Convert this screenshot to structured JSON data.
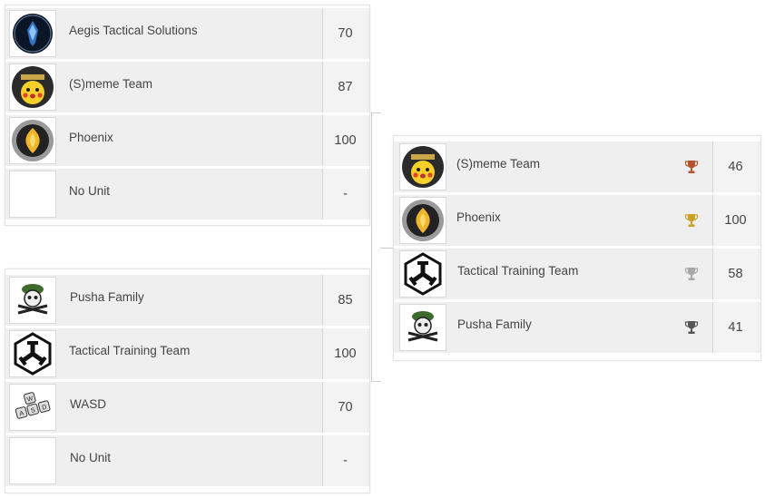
{
  "left_top": [
    {
      "name": "Aegis Tactical Solutions",
      "score": "70",
      "logo": "aegis-logo"
    },
    {
      "name": "(S)meme Team",
      "score": "87",
      "logo": "pikachu-logo"
    },
    {
      "name": "Phoenix",
      "score": "100",
      "logo": "phoenix-logo"
    },
    {
      "name": "No Unit",
      "score": "-",
      "logo": "blank"
    }
  ],
  "left_bottom": [
    {
      "name": "Pusha Family",
      "score": "85",
      "logo": "skull-logo"
    },
    {
      "name": "Tactical Training Team",
      "score": "100",
      "logo": "ttt-logo"
    },
    {
      "name": "WASD",
      "score": "70",
      "logo": "wasd-keys-logo"
    },
    {
      "name": "No Unit",
      "score": "-",
      "logo": "blank"
    }
  ],
  "final": [
    {
      "name": "(S)meme Team",
      "score": "46",
      "logo": "pikachu-logo",
      "trophy": "bronze",
      "trophy_color": "#b5532f"
    },
    {
      "name": "Phoenix",
      "score": "100",
      "logo": "phoenix-logo",
      "trophy": "gold",
      "trophy_color": "#c9a227"
    },
    {
      "name": "Tactical Training Team",
      "score": "58",
      "logo": "ttt-logo",
      "trophy": "silver",
      "trophy_color": "#a8a8a8"
    },
    {
      "name": "Pusha Family",
      "score": "41",
      "logo": "skull-logo",
      "trophy": "dark",
      "trophy_color": "#555555"
    }
  ]
}
